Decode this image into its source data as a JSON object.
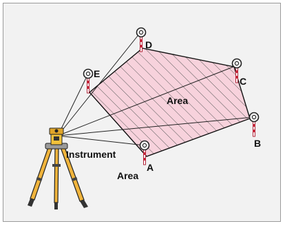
{
  "diagram": {
    "points": [
      {
        "id": "A",
        "label": "A"
      },
      {
        "id": "B",
        "label": "B"
      },
      {
        "id": "C",
        "label": "C"
      },
      {
        "id": "D",
        "label": "D"
      },
      {
        "id": "E",
        "label": "E"
      }
    ],
    "area_label": "Area",
    "instrument_label": "Instrument",
    "legend_area_label": "Area",
    "colors": {
      "polygon_fill": "#f7d2dc",
      "hatch": "#5a5a5a",
      "outline": "#111111",
      "sight_lines": "#222222",
      "background": "#f2f2f2",
      "tripod_legs": "#f0b43c",
      "instrument_body": "#f2c13a"
    },
    "icons": [
      "surveying-prism-pole-icon",
      "total-station-tripod-icon"
    ]
  }
}
